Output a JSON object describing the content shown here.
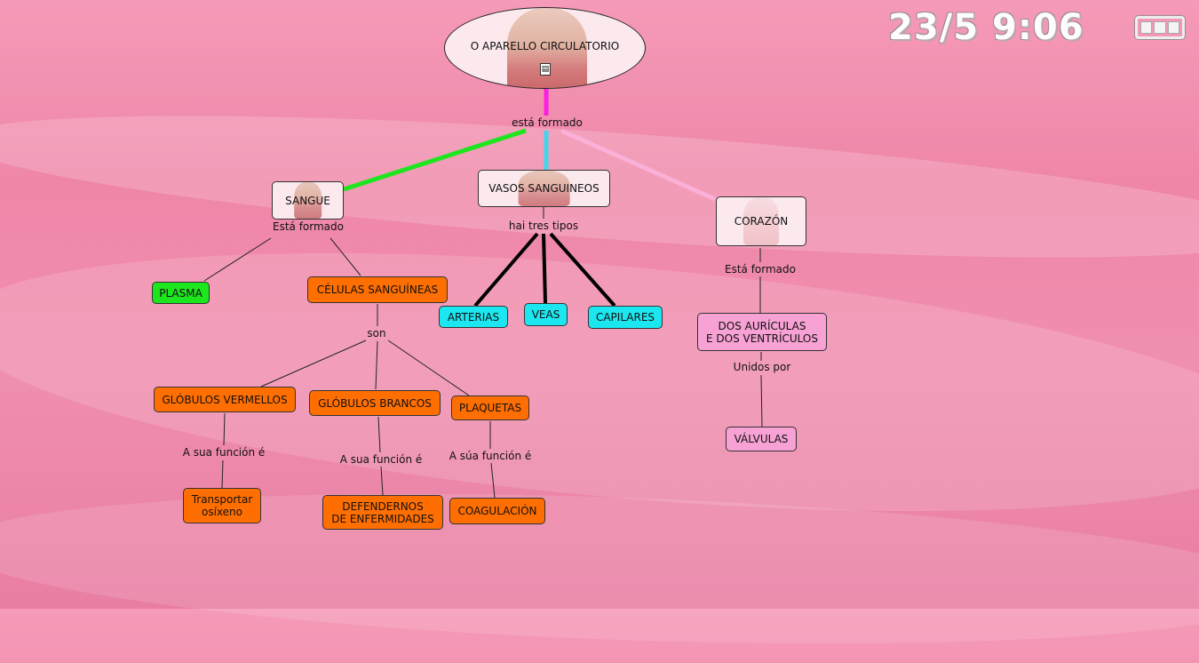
{
  "clock": {
    "time": "23/5 9:06"
  },
  "battery": {
    "level": 1.0
  },
  "title": {
    "text": "O APARELLO CIRCULATORIO",
    "icon": "document-icon"
  },
  "labels": {
    "esta_formado_main": "está formado",
    "esta_formado_sangue": "Está formado",
    "hai_tres_tipos": "hai tres tipos",
    "esta_formado_corazon": "Está formado",
    "son": "son",
    "funcion_vermellos": "A sua función é",
    "funcion_brancos": "A sua función é",
    "funcion_plaquetas": "A súa función é",
    "unidos_por": "Unidos por"
  },
  "nodes": {
    "sangue": "SANGUE",
    "vasos": "VASOS SANGUINEOS",
    "corazon": "CORAZÓN",
    "plasma": "PLASMA",
    "celulas": "CÉLULAS SANGUÍNEAS",
    "arterias": "ARTERIAS",
    "veas": "VEAS",
    "capilares": "CAPILARES",
    "auriculas": "DOS AURÍCULAS\nE DOS VENTRÍCULOS",
    "valvulas": "VÁLVULAS",
    "vermellos": "GLÓBULOS VERMELLOS",
    "brancos": "GLÓBULOS BRANCOS",
    "plaquetas": "PLAQUETAS",
    "transportar": "Transportar\nosíxeno",
    "defendernos": "DEFENDERNOS\nDE ENFERMIDADES",
    "coagulacion": "COAGULACIÓN"
  },
  "colors": {
    "background": "#f08fb0",
    "green": "#1ee61e",
    "orange": "#ff6e00",
    "cyan": "#1ce6f0",
    "pink": "#f7a1d4",
    "link_magenta": "#ff1fe0",
    "link_green": "#1ee61e",
    "link_cyan": "#3fd6f0",
    "link_lightpink": "#fbb0d8"
  }
}
